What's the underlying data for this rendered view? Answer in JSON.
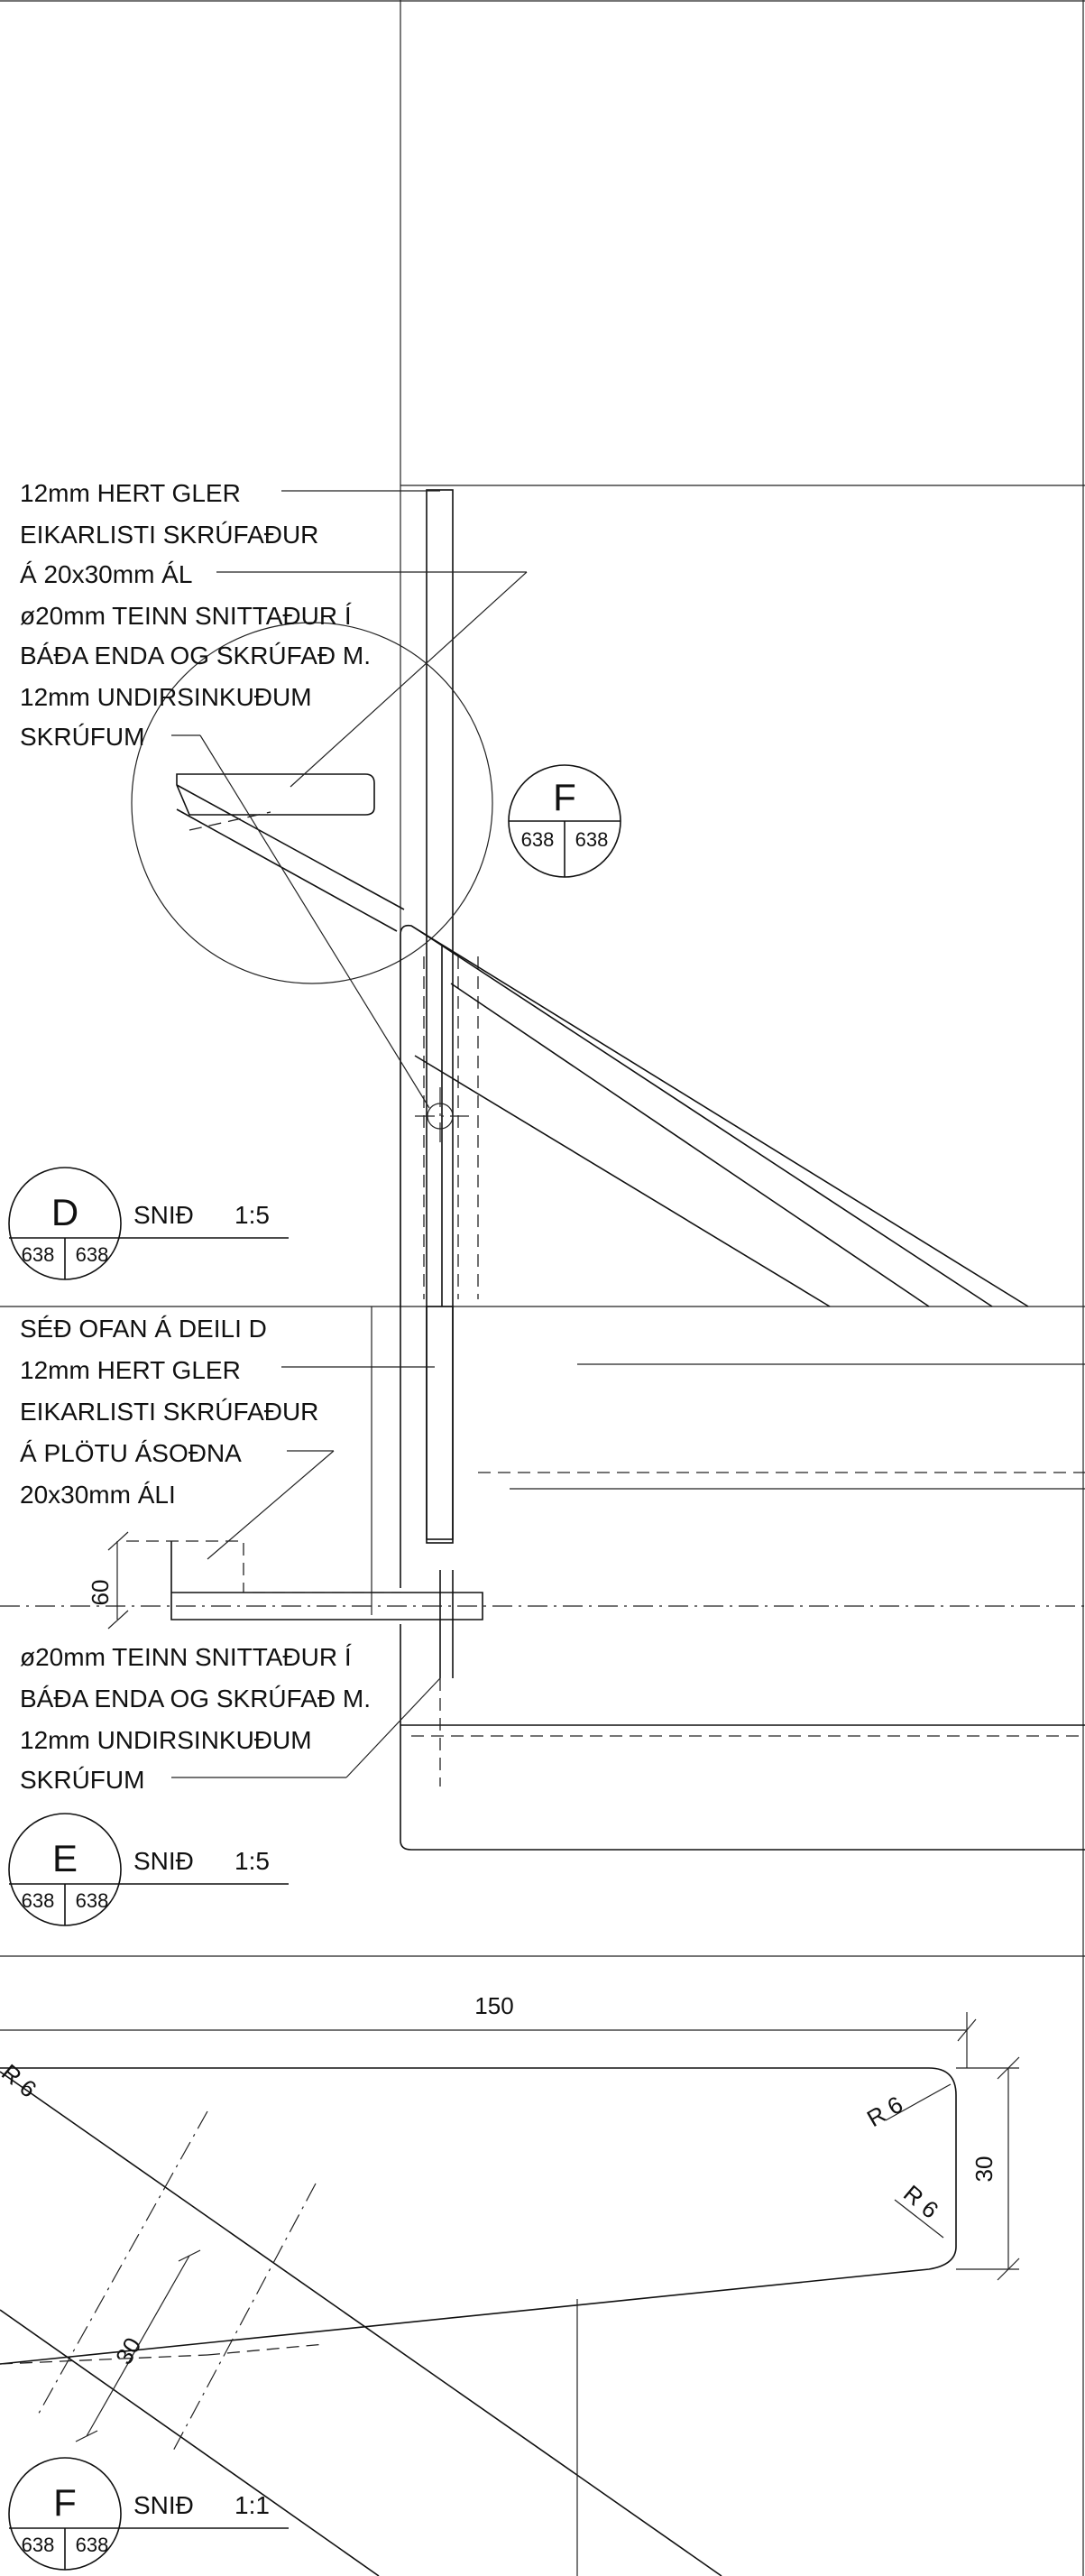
{
  "section_d": {
    "notes": [
      "12mm HERT GLER",
      "EIKARLISTI  SKRÚFAÐUR",
      "Á 20x30mm ÁL",
      "ø20mm TEINN SNITTAÐUR Í",
      "BÁÐA ENDA OG SKRÚFAÐ M.",
      "12mm UNDIRSINKUÐUM",
      "SKRÚFUM"
    ],
    "marker": {
      "letter": "D",
      "left": "638",
      "right": "638"
    },
    "caption": {
      "label": "SNIÐ",
      "scale": "1:5"
    }
  },
  "callout_f": {
    "letter": "F",
    "left": "638",
    "right": "638"
  },
  "section_e": {
    "notes": [
      "SÉÐ OFAN Á DEILI D",
      "12mm HERT GLER",
      "EIKARLISTI  SKRÚFAÐUR",
      "Á PLÖTU ÁSOÐNA",
      "20x30mm ÁLI"
    ],
    "dimension": "60",
    "notes2": [
      "ø20mm TEINN SNITTAÐUR Í",
      "BÁÐA ENDA OG SKRÚFAÐ M.",
      "12mm UNDIRSINKUÐUM",
      "SKRÚFUM"
    ],
    "marker": {
      "letter": "E",
      "left": "638",
      "right": "638"
    },
    "caption": {
      "label": "SNIÐ",
      "scale": "1:5"
    }
  },
  "section_f": {
    "dim_width": "150",
    "dim_height": "30",
    "dim_diagonal": "30",
    "radius_labels": [
      "R 6",
      "R 6",
      "R 6"
    ],
    "marker": {
      "letter": "F",
      "left": "638",
      "right": "638"
    },
    "caption": {
      "label": "SNIÐ",
      "scale": "1:1"
    }
  }
}
